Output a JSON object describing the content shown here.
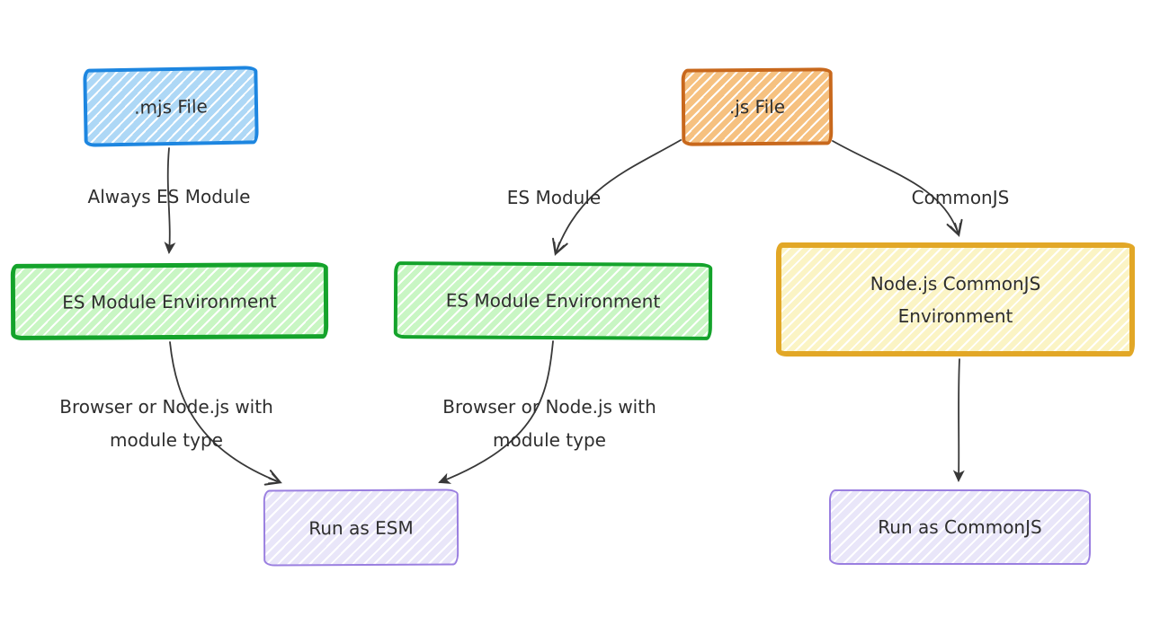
{
  "diagram": {
    "type": "flowchart",
    "style": "hand-drawn",
    "nodes": [
      {
        "id": "mjs-file",
        "label": ".mjs File",
        "fill": "#aed8f6",
        "border": "#1d86e0"
      },
      {
        "id": "js-file",
        "label": ".js File",
        "fill": "#f6c180",
        "border": "#c8681c"
      },
      {
        "id": "esm-env-left",
        "label": "ES Module Environment",
        "fill": "#c9f6c4",
        "border": "#14a32b"
      },
      {
        "id": "esm-env-mid",
        "label": "ES Module Environment",
        "fill": "#c9f6c4",
        "border": "#14a32b"
      },
      {
        "id": "cjs-env",
        "label": "Node.js CommonJS Environment",
        "fill": "#fbf4c5",
        "border": "#e2a726"
      },
      {
        "id": "run-esm",
        "label": "Run as ESM",
        "fill": "#e9e6f9",
        "border": "#9a7fe0"
      },
      {
        "id": "run-cjs",
        "label": "Run as CommonJS",
        "fill": "#e9e6f9",
        "border": "#9a7fe0"
      }
    ],
    "edges": [
      {
        "from": "mjs-file",
        "to": "esm-env-left",
        "label": "Always ES Module",
        "arrowhead": "solid"
      },
      {
        "from": "js-file",
        "to": "esm-env-mid",
        "label": "ES Module",
        "arrowhead": "open-sketch"
      },
      {
        "from": "js-file",
        "to": "cjs-env",
        "label": "CommonJS",
        "arrowhead": "open-sketch"
      },
      {
        "from": "esm-env-left",
        "to": "run-esm",
        "label": "Browser or Node.js with module type",
        "arrowhead": "open-sketch"
      },
      {
        "from": "esm-env-mid",
        "to": "run-esm",
        "label": "Browser or Node.js with module type",
        "arrowhead": "solid"
      },
      {
        "from": "cjs-env",
        "to": "run-cjs",
        "label": "",
        "arrowhead": "solid"
      }
    ],
    "colors": {
      "background": "#ffffff",
      "edge_stroke": "#383838",
      "text": "#2e2e2e"
    }
  }
}
